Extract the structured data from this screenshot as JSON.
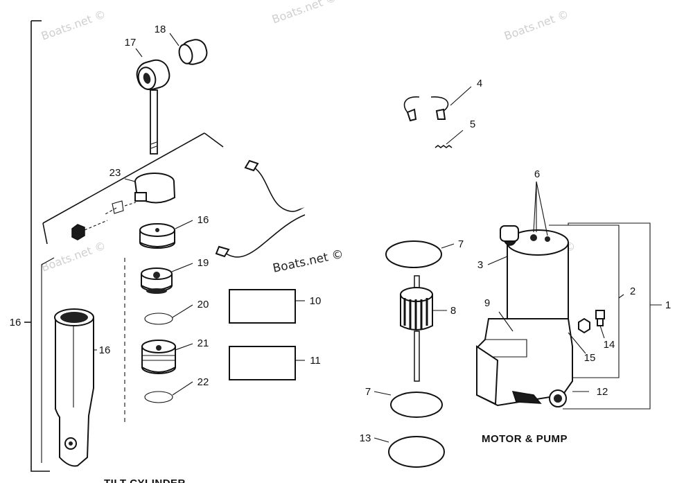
{
  "watermarks": {
    "text": "Boats.net ©"
  },
  "captions": {
    "motor_pump": "MOTOR & PUMP",
    "tilt_cylinder": "TILT CYLINDER"
  },
  "callouts": {
    "c1": "1",
    "c2": "2",
    "c3": "3",
    "c4": "4",
    "c5": "5",
    "c6": "6",
    "c7a": "7",
    "c7b": "7",
    "c8": "8",
    "c9": "9",
    "c10": "10",
    "c11": "11",
    "c12": "12",
    "c13": "13",
    "c14": "14",
    "c15": "15",
    "c16a": "16",
    "c16b": "16",
    "c16c": "16",
    "c17": "17",
    "c18": "18",
    "c19": "19",
    "c20": "20",
    "c21": "21",
    "c22": "22",
    "c23": "23"
  }
}
